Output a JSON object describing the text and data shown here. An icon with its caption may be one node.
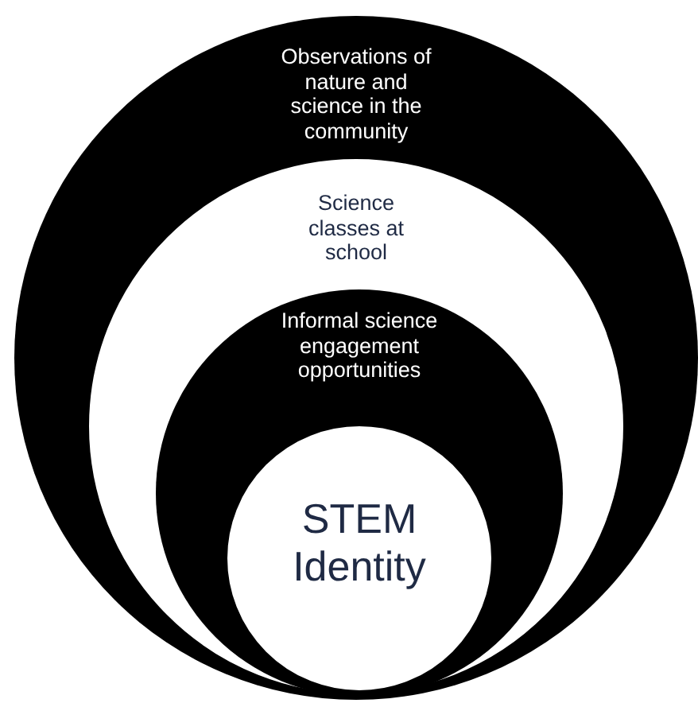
{
  "diagram": {
    "nodes": [
      {
        "text": [
          "Observations of nature and science in the community"
        ]
      },
      {
        "text": [
          "Science classes at school"
        ],
        "in": 0
      },
      {
        "text": [
          "Informal science engagement opportunities"
        ],
        "in": 1
      },
      {
        "text": [
          "STEM Identity"
        ],
        "in": 2
      }
    ]
  }
}
